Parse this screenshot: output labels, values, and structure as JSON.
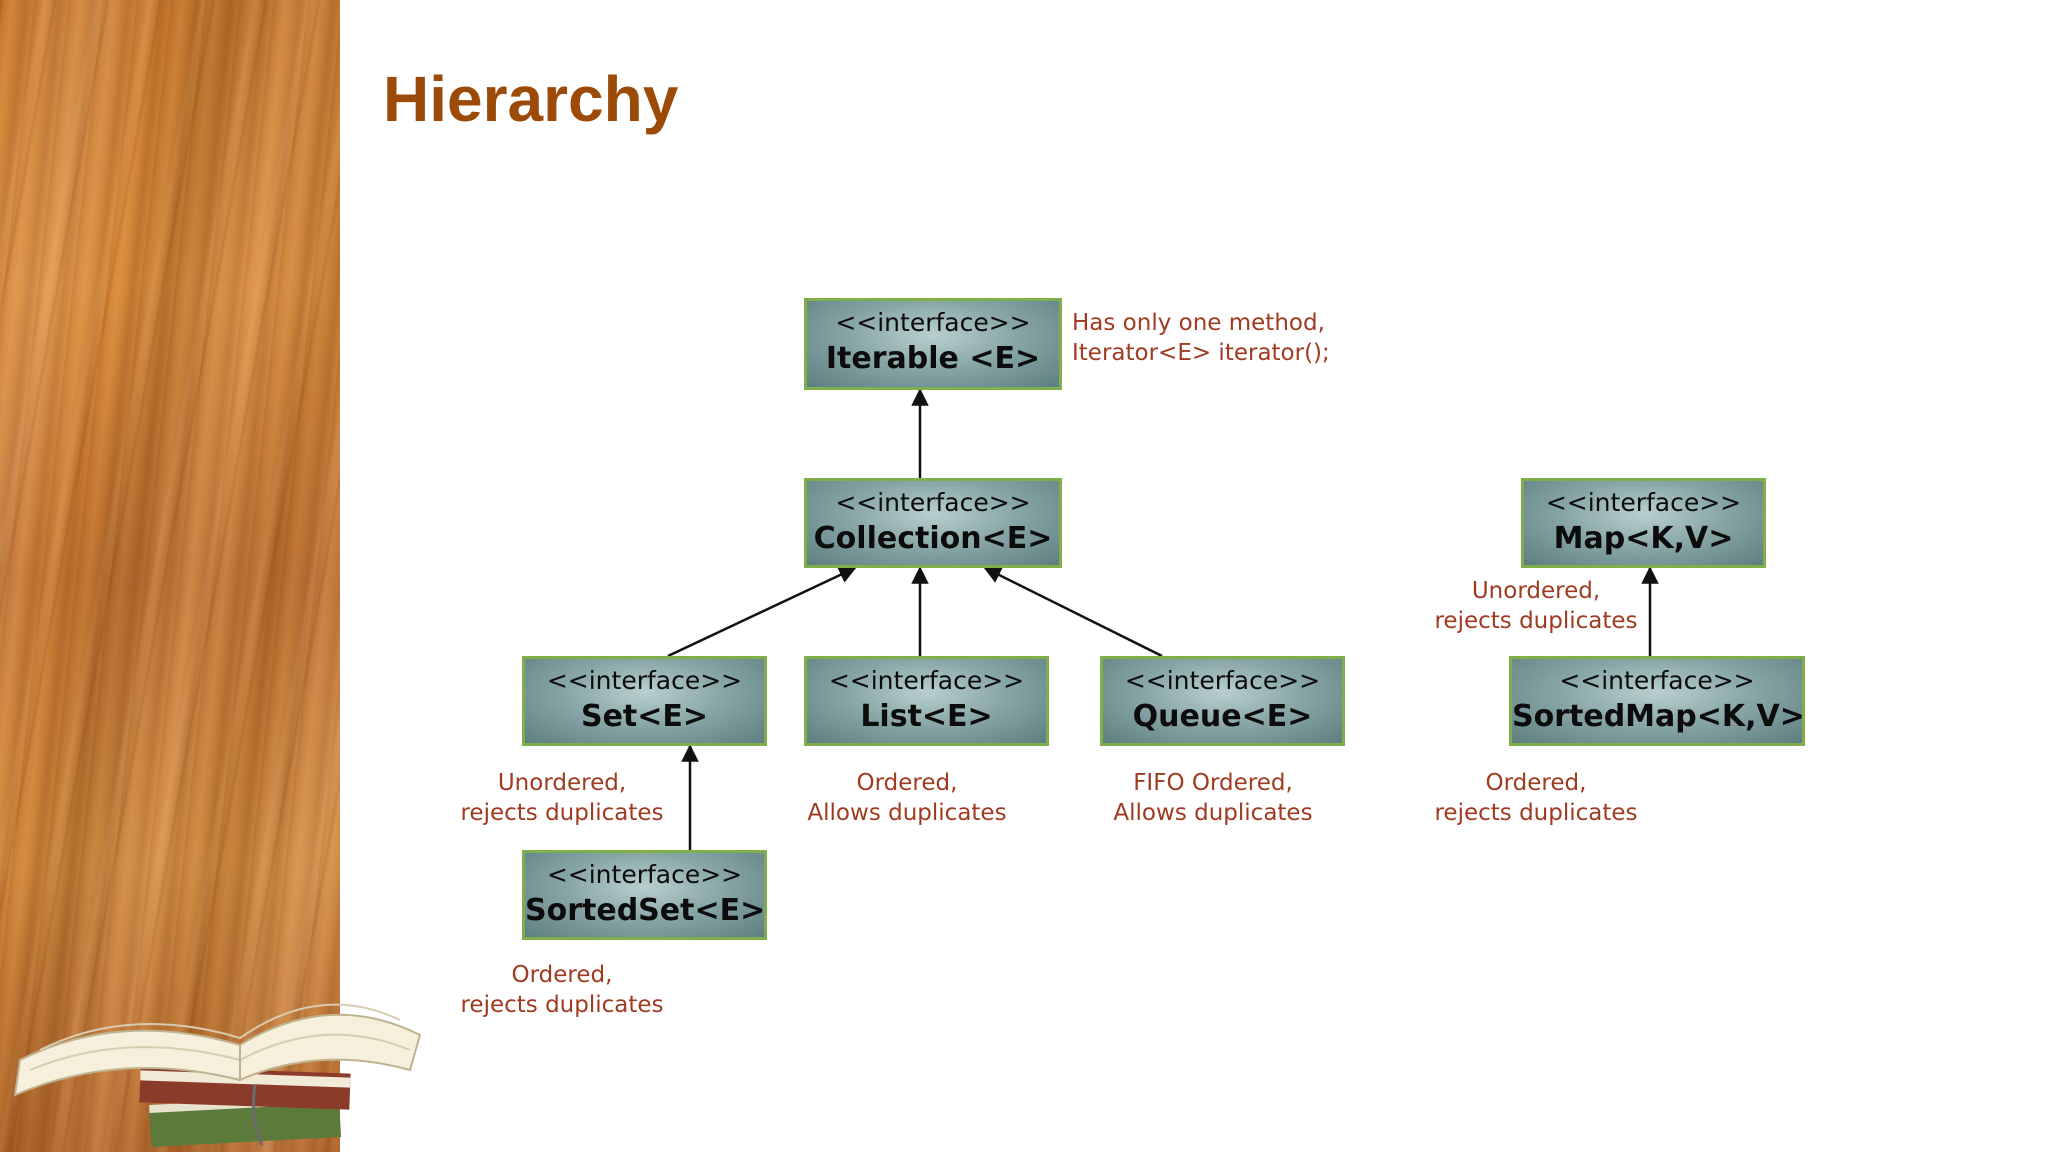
{
  "slide": {
    "title": "Hierarchy"
  },
  "diagram": {
    "nodes": {
      "iterable": {
        "stereotype": "<<interface>>",
        "name": "Iterable <E>"
      },
      "collection": {
        "stereotype": "<<interface>>",
        "name": "Collection<E>"
      },
      "set": {
        "stereotype": "<<interface>>",
        "name": "Set<E>"
      },
      "list": {
        "stereotype": "<<interface>>",
        "name": "List<E>"
      },
      "queue": {
        "stereotype": "<<interface>>",
        "name": "Queue<E>"
      },
      "sortedset": {
        "stereotype": "<<interface>>",
        "name": "SortedSet<E>"
      },
      "map": {
        "stereotype": "<<interface>>",
        "name": "Map<K,V>"
      },
      "sortedmap": {
        "stereotype": "<<interface>>",
        "name": "SortedMap<K,V>"
      }
    },
    "notes": {
      "iterable": [
        "Has only one method,",
        "Iterator<E> iterator();"
      ],
      "set": [
        "Unordered,",
        "rejects duplicates"
      ],
      "list": [
        "Ordered,",
        "Allows duplicates"
      ],
      "queue": [
        "FIFO Ordered,",
        "Allows duplicates"
      ],
      "sortedset": [
        "Ordered,",
        "rejects duplicates"
      ],
      "map": [
        "Unordered,",
        "rejects duplicates"
      ],
      "sortedmap": [
        "Ordered,",
        "rejects duplicates"
      ]
    },
    "edges": [
      {
        "from": "collection",
        "to": "iterable"
      },
      {
        "from": "set",
        "to": "collection"
      },
      {
        "from": "list",
        "to": "collection"
      },
      {
        "from": "queue",
        "to": "collection"
      },
      {
        "from": "sortedset",
        "to": "set"
      },
      {
        "from": "sortedmap",
        "to": "map"
      }
    ],
    "colors": {
      "title": "#9c4a08",
      "note_text": "#a03a20",
      "box_border": "#7fae4a",
      "box_fill": "#8aa7a8"
    }
  }
}
